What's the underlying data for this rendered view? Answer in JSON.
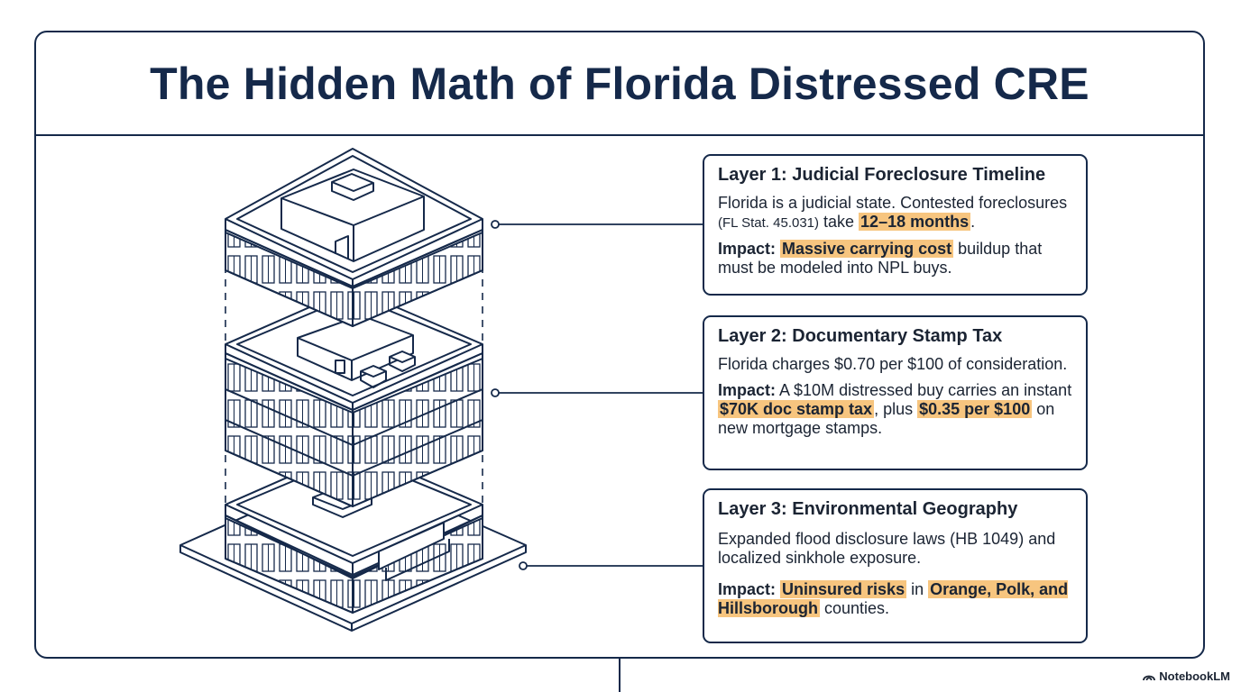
{
  "title": "The Hidden Math of Florida Distressed CRE",
  "brand": {
    "label": "NotebookLM",
    "icon": "notebooklm-logo-icon"
  },
  "colors": {
    "ink": "#15294a",
    "highlight": "#f7c57f",
    "text": "#1b2433"
  },
  "layers": [
    {
      "heading": "Layer 1: Judicial Foreclosure Timeline",
      "body": {
        "t1": "Florida is a judicial state. Contested foreclosures ",
        "statute": "(FL Stat. 45.031)",
        "t2": " take ",
        "hl": "12–18 months",
        "t3": "."
      },
      "impact": {
        "label": "Impact:",
        "hl": "Massive carrying cost",
        "t1": " buildup that must be modeled into NPL buys."
      }
    },
    {
      "heading": "Layer 2: Documentary Stamp Tax",
      "body": {
        "t1": "Florida charges $0.70 per $100 of consideration."
      },
      "impact": {
        "label": "Impact:",
        "t1": " A $10M distressed buy carries an instant ",
        "hl1": "$70K doc stamp tax",
        "t2": ", plus ",
        "hl2": "$0.35 per $100",
        "t3": " on new mortgage stamps."
      }
    },
    {
      "heading": "Layer 3: Environmental Geography",
      "body": {
        "t1": "Expanded flood disclosure laws (HB 1049) and localized sinkhole exposure."
      },
      "impact": {
        "label": "Impact:",
        "hl1": "Uninsured risks",
        "t1": " in ",
        "hl2": "Orange, Polk, and Hillsborough",
        "t2": " counties."
      }
    }
  ]
}
